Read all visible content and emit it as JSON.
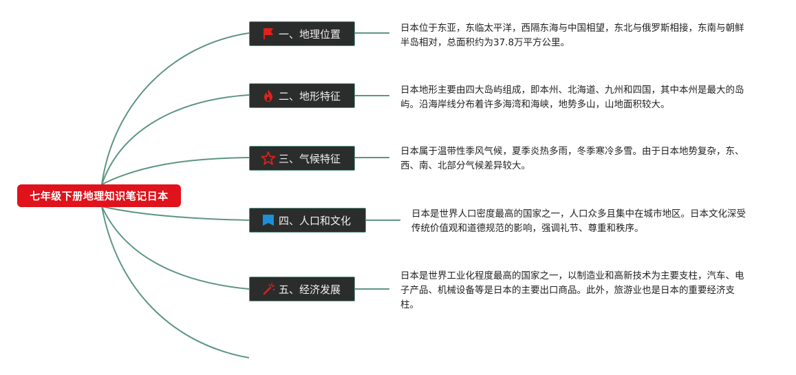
{
  "root": {
    "title": "七年级下册地理知识笔记日本"
  },
  "topics": [
    {
      "label": "一、地理位置",
      "icon": "red-flag-icon",
      "note": "日本位于东亚，东临太平洋，西隔东海与中国相望，东北与俄罗斯相接，东南与朝鲜半岛相对，总面积约为37.8万平方公里。"
    },
    {
      "label": "二、地形特征",
      "icon": "fire-icon",
      "note": "日本地形主要由四大岛屿组成，即本州、北海道、九州和四国，其中本州是最大的岛屿。沿海岸线分布着许多海湾和海峡，地势多山，山地面积较大。"
    },
    {
      "label": "三、气候特征",
      "icon": "star-outline-icon",
      "note": "日本属于温带性季风气候，夏季炎热多雨，冬季寒冷多雪。由于日本地势复杂，东、西、南、北部分气候差异较大。"
    },
    {
      "label": "四、人口和文化",
      "icon": "blue-flag-icon",
      "note": "日本是世界人口密度最高的国家之一，人口众多且集中在城市地区。日本文化深受传统价值观和道德规范的影响，强调礼节、尊重和秩序。"
    },
    {
      "label": "五、经济发展",
      "icon": "magic-wand-icon",
      "note": "日本是世界工业化程度最高的国家之一，以制造业和高新技术为主要支柱，汽车、电子产品、机械设备等是日本的主要出口商品。此外，旅游业也是日本的重要经济支柱。"
    }
  ],
  "colors": {
    "root_bg": "#e0121b",
    "topic_bg": "#2b2d2c",
    "connector": "#5c9483",
    "icon_red": "#e0211c",
    "icon_blue": "#1c8fd6"
  }
}
